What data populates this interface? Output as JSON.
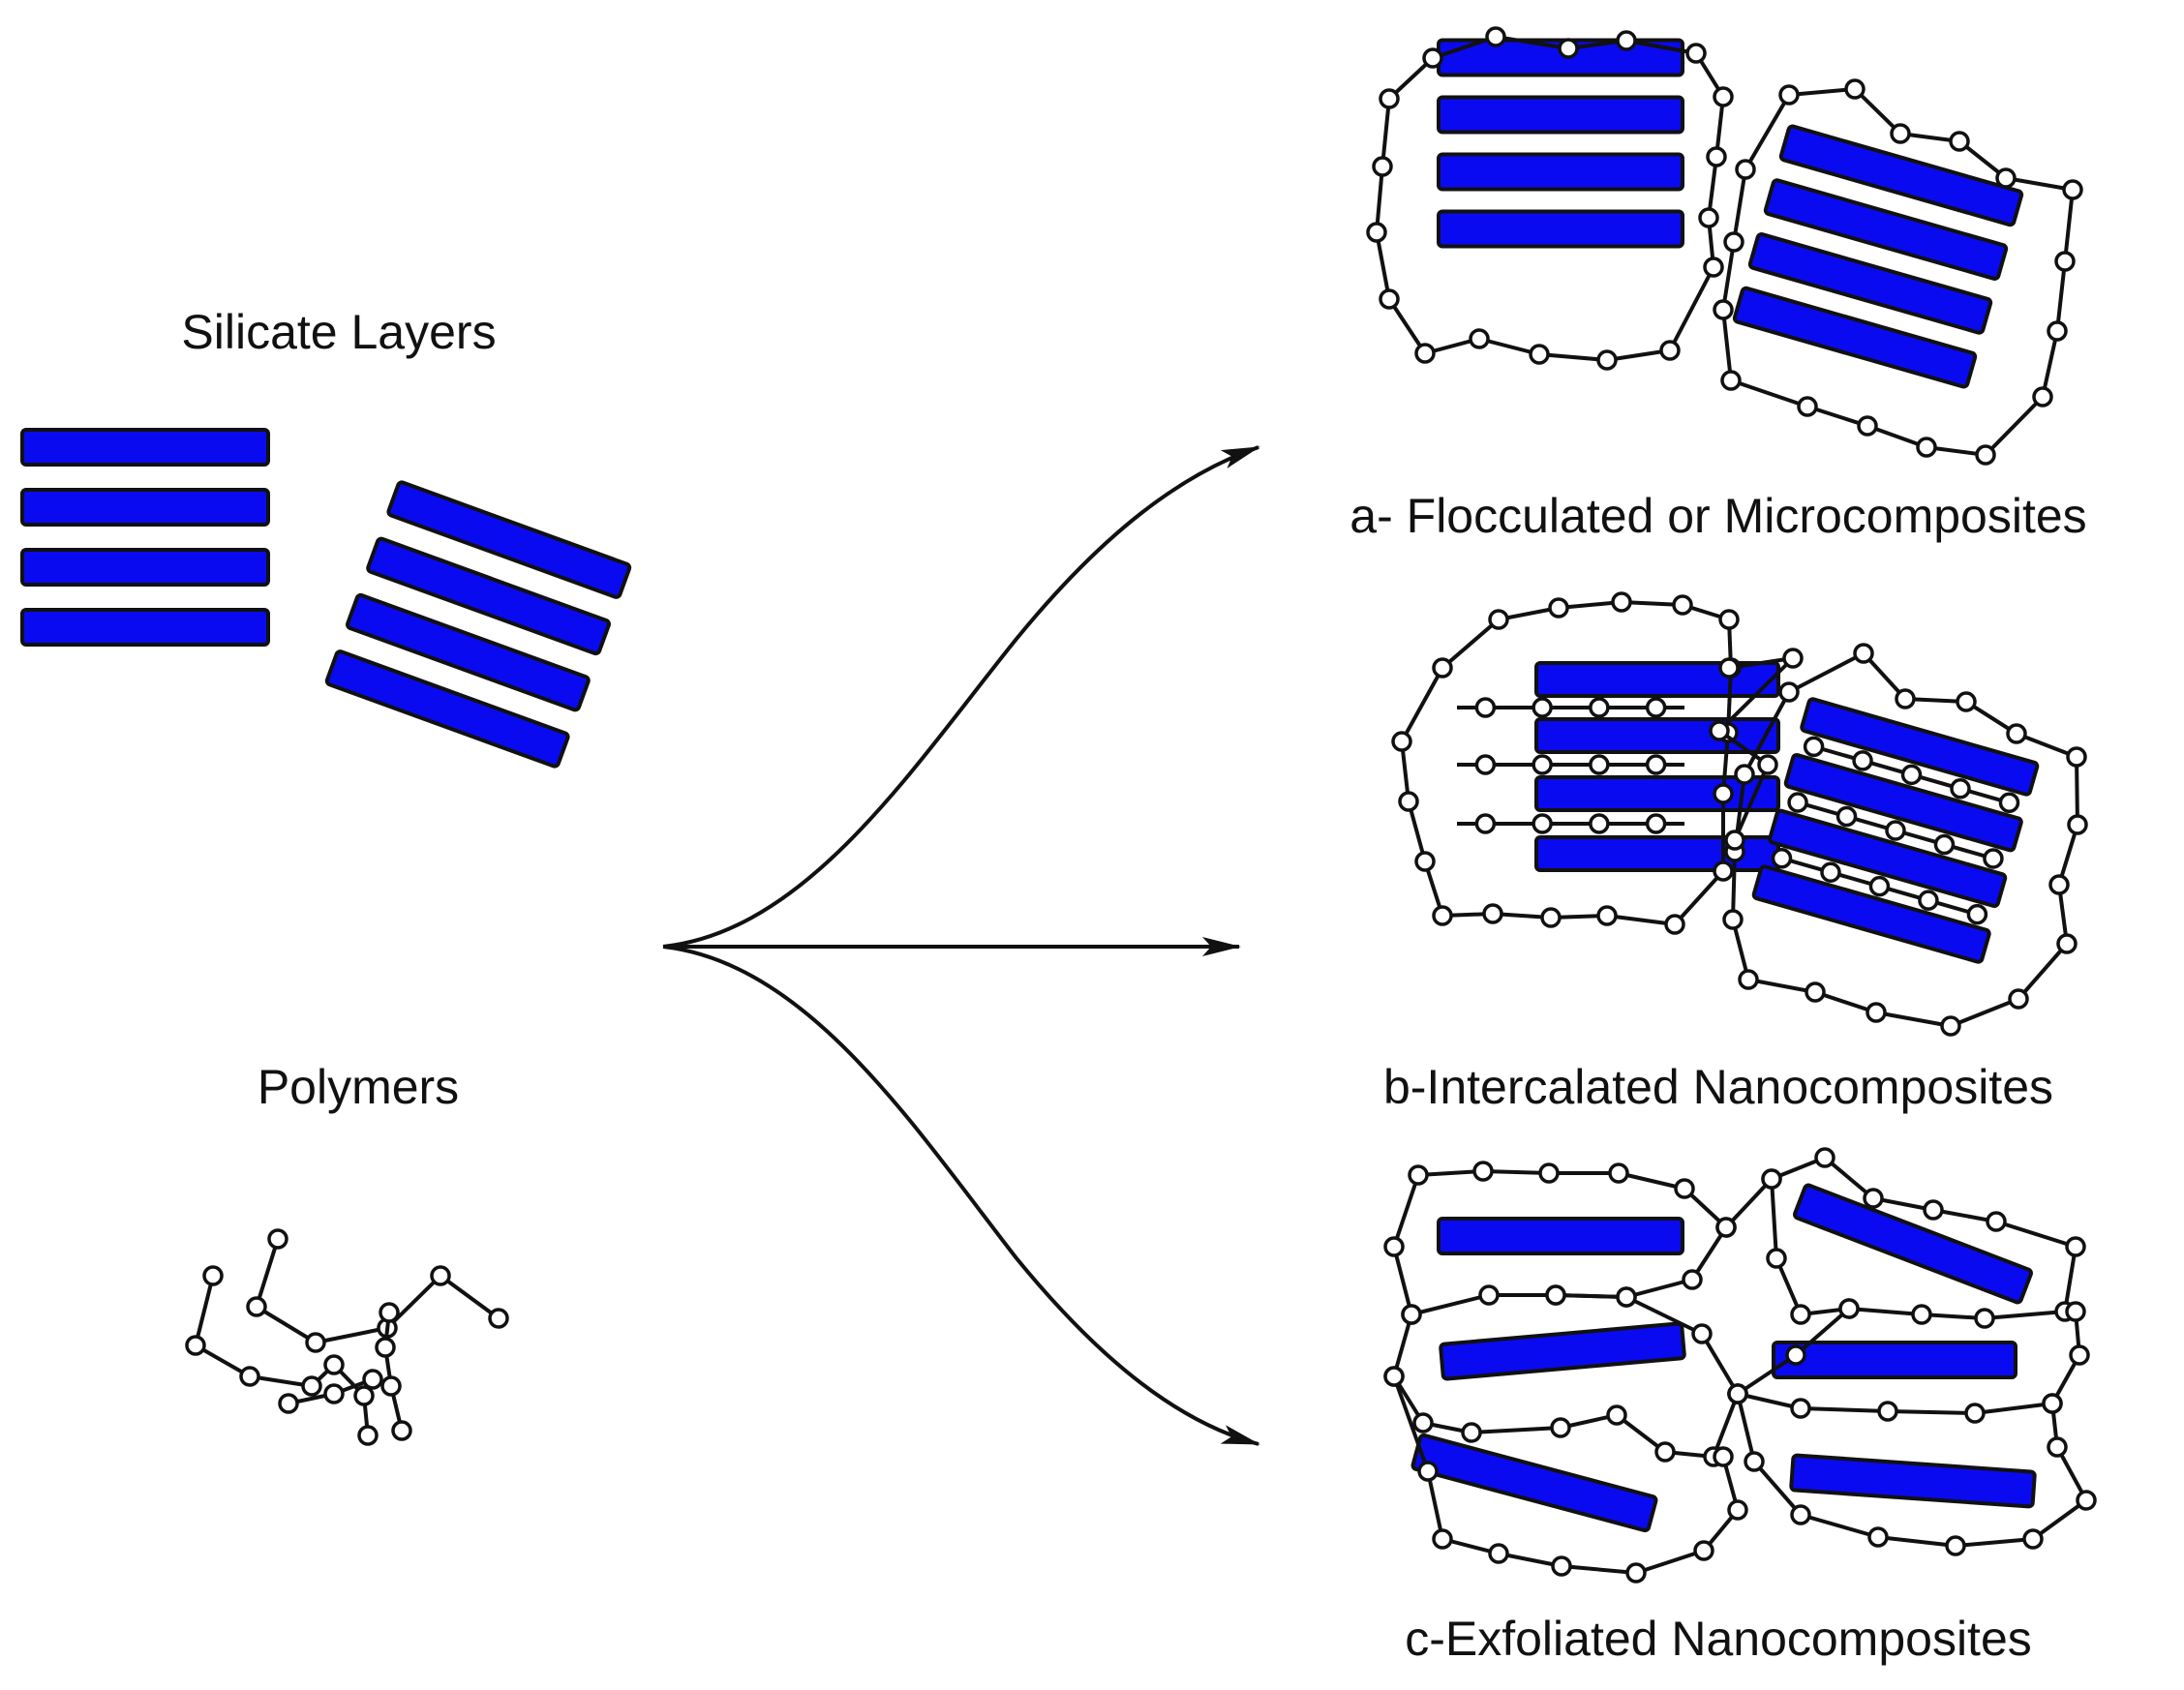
{
  "labels": {
    "silicate": "Silicate Layers",
    "polymers": "Polymers",
    "flocculated": "a- Flocculated or Microcomposites",
    "intercalated": "b-Intercalated Nanocomposites",
    "exfoliated": "c-Exfoliated Nanocomposites"
  },
  "colors": {
    "silicate_fill": "#0a0af0",
    "stroke": "#111111",
    "background": "#ffffff"
  }
}
